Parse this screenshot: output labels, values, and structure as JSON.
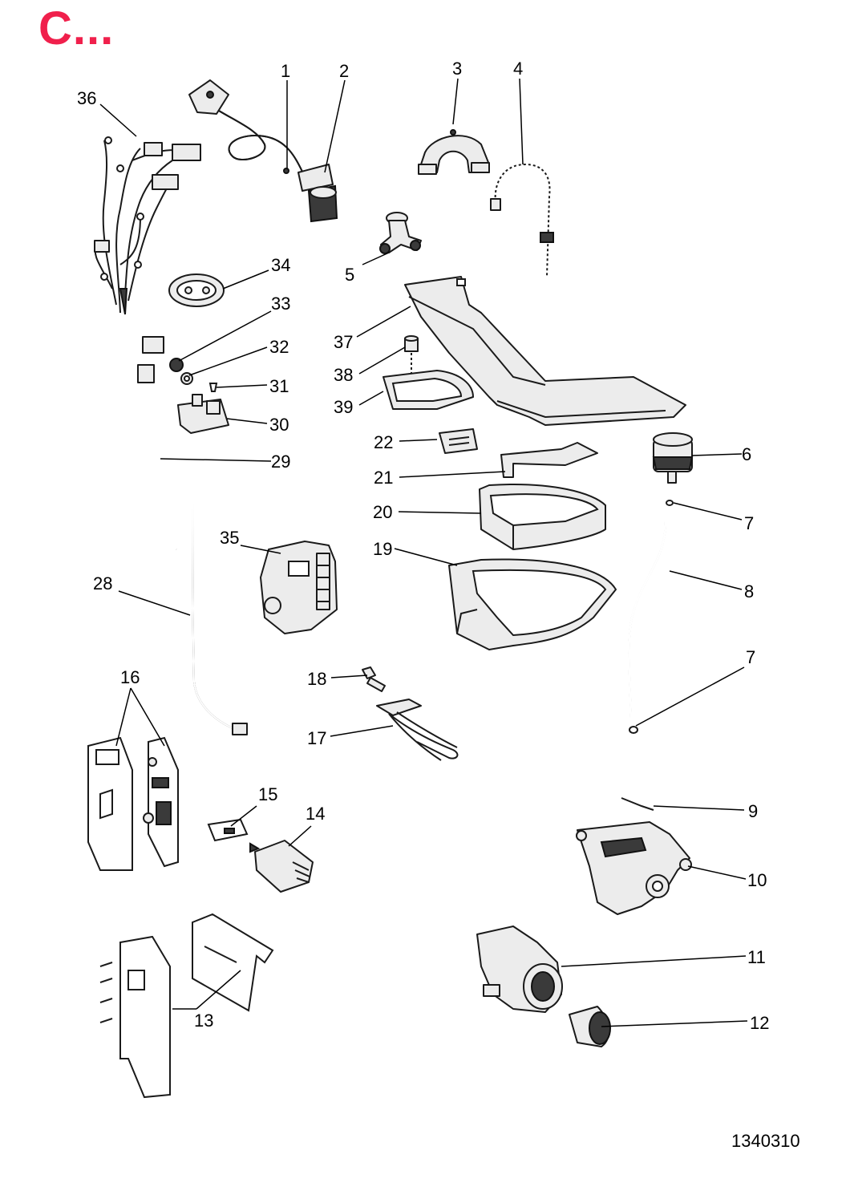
{
  "header": {
    "title": "C..."
  },
  "footer": {
    "drawing_code": "1340310"
  },
  "callouts": [
    {
      "id": "1",
      "label": "1"
    },
    {
      "id": "2",
      "label": "2"
    },
    {
      "id": "3",
      "label": "3"
    },
    {
      "id": "4",
      "label": "4"
    },
    {
      "id": "5",
      "label": "5"
    },
    {
      "id": "6",
      "label": "6"
    },
    {
      "id": "7a",
      "label": "7"
    },
    {
      "id": "7b",
      "label": "7"
    },
    {
      "id": "8",
      "label": "8"
    },
    {
      "id": "9",
      "label": "9"
    },
    {
      "id": "10",
      "label": "10"
    },
    {
      "id": "11",
      "label": "11"
    },
    {
      "id": "12",
      "label": "12"
    },
    {
      "id": "13",
      "label": "13"
    },
    {
      "id": "14",
      "label": "14"
    },
    {
      "id": "15",
      "label": "15"
    },
    {
      "id": "16",
      "label": "16"
    },
    {
      "id": "17",
      "label": "17"
    },
    {
      "id": "18",
      "label": "18"
    },
    {
      "id": "19",
      "label": "19"
    },
    {
      "id": "20",
      "label": "20"
    },
    {
      "id": "21",
      "label": "21"
    },
    {
      "id": "22",
      "label": "22"
    },
    {
      "id": "28",
      "label": "28"
    },
    {
      "id": "29",
      "label": "29"
    },
    {
      "id": "30",
      "label": "30"
    },
    {
      "id": "31",
      "label": "31"
    },
    {
      "id": "32",
      "label": "32"
    },
    {
      "id": "33",
      "label": "33"
    },
    {
      "id": "34",
      "label": "34"
    },
    {
      "id": "35",
      "label": "35"
    },
    {
      "id": "36",
      "label": "36"
    },
    {
      "id": "37",
      "label": "37"
    },
    {
      "id": "38",
      "label": "38"
    },
    {
      "id": "39",
      "label": "39"
    }
  ]
}
